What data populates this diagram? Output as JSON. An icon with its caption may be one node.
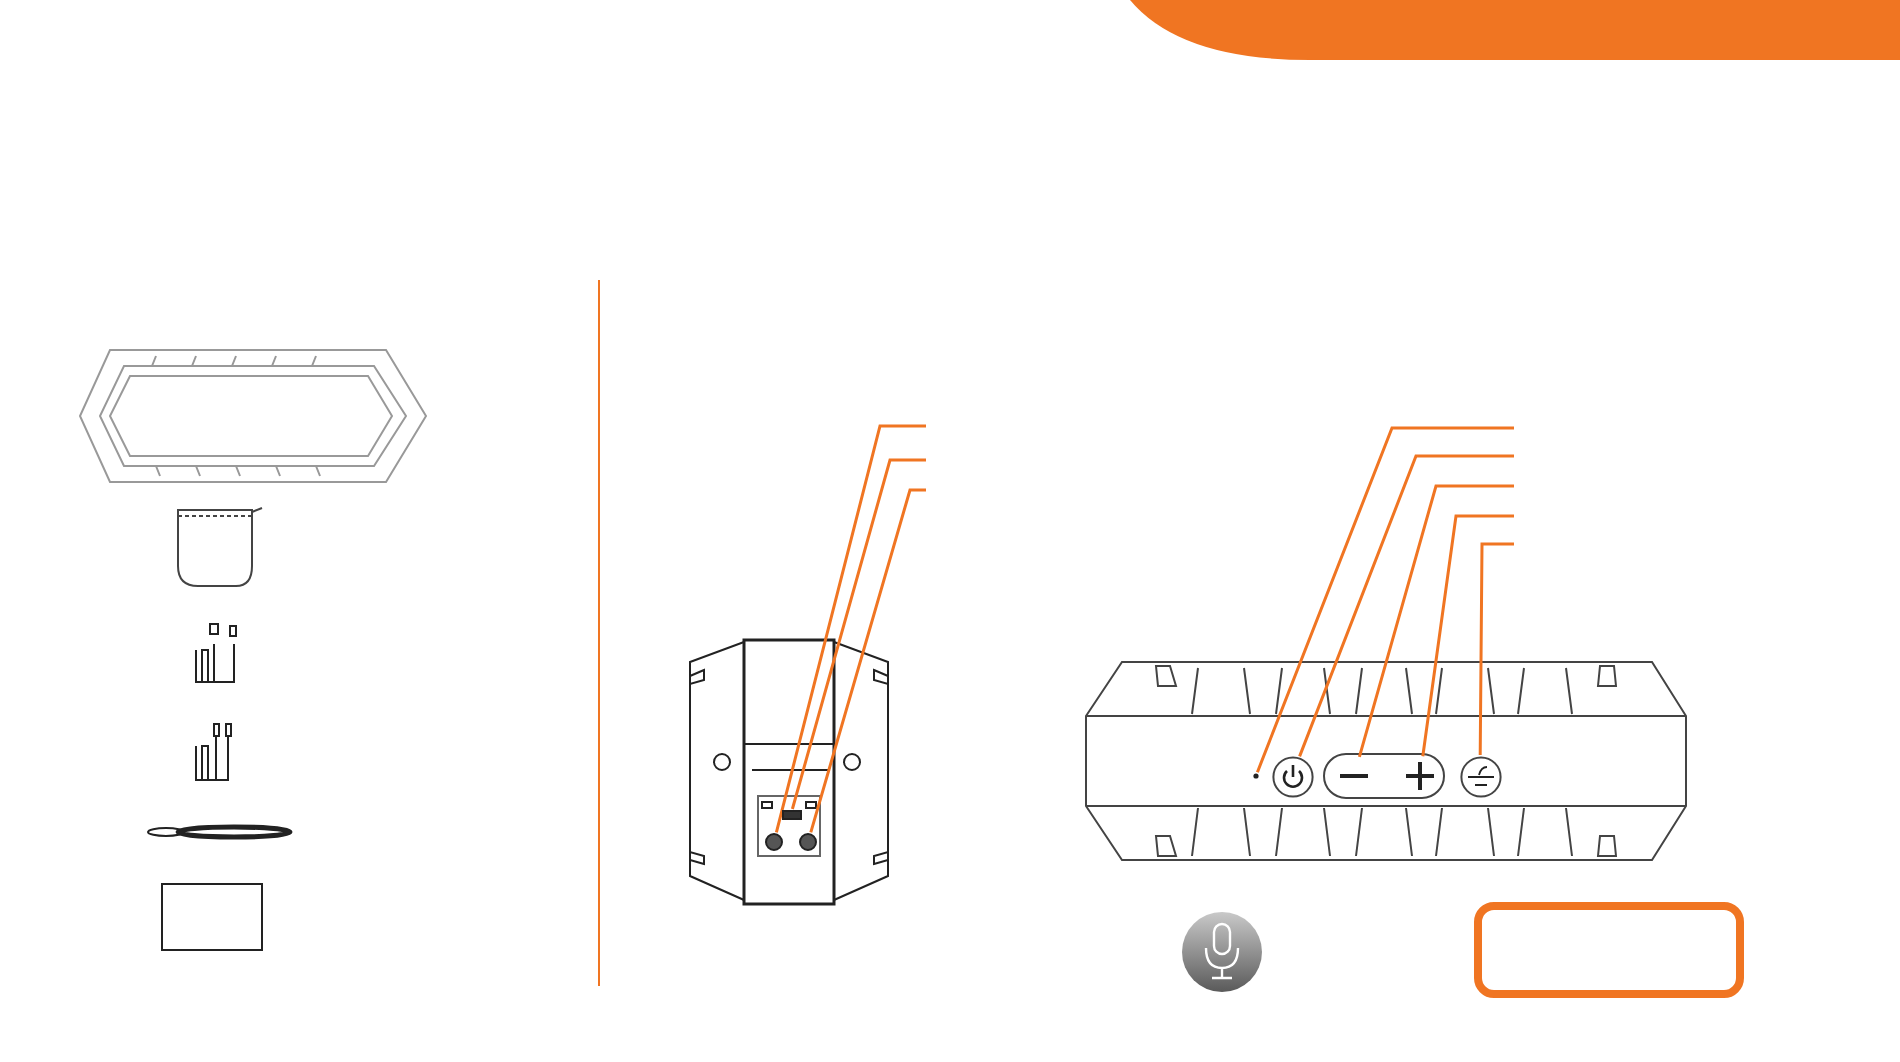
{
  "diagram": {
    "nodes": [
      {
        "text": [],
        "shape": "circle"
      },
      {
        "text": [],
        "shape": "slot"
      },
      {
        "text": [],
        "shape": "circle"
      },
      {
        "text": [],
        "shape": "dot"
      },
      {
        "text": [],
        "shape": "button"
      },
      {
        "text": [],
        "shape": "button"
      },
      {
        "text": [],
        "shape": "button"
      },
      {
        "text": [],
        "shape": "button"
      },
      {
        "text": [],
        "shape": "box"
      }
    ],
    "edges": [
      {
        "from": null,
        "to": 0,
        "arrow": "none"
      },
      {
        "from": null,
        "to": 1,
        "arrow": "none"
      },
      {
        "from": null,
        "to": 2,
        "arrow": "none"
      },
      {
        "from": null,
        "to": 3,
        "arrow": "none"
      },
      {
        "from": null,
        "to": 4,
        "arrow": "none"
      },
      {
        "from": null,
        "to": 5,
        "arrow": "none"
      },
      {
        "from": null,
        "to": 6,
        "arrow": "none"
      },
      {
        "from": null,
        "to": 7,
        "arrow": "none"
      }
    ]
  }
}
